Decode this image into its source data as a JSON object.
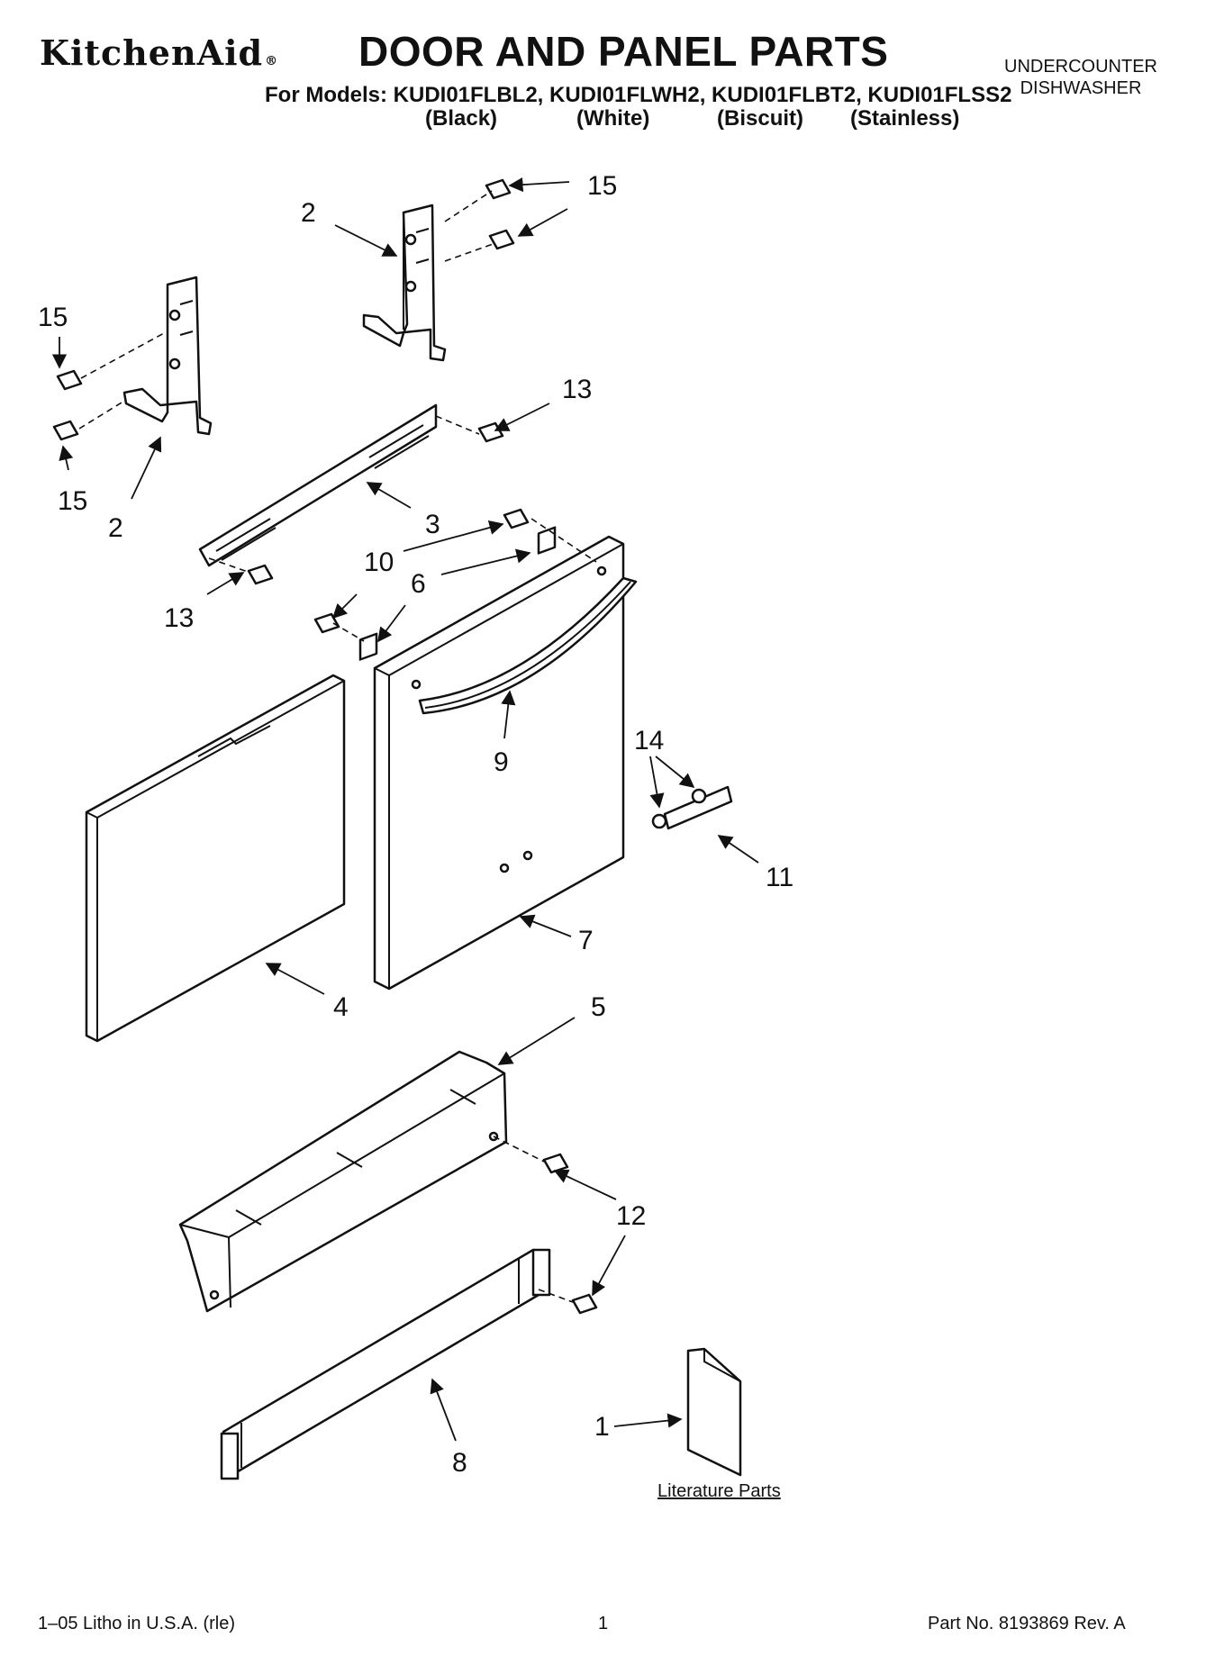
{
  "header": {
    "brand": "KitchenAid",
    "brand_mark": "®",
    "title": "DOOR AND PANEL PARTS",
    "models_line": "For Models: KUDI01FLBL2, KUDI01FLWH2, KUDI01FLBT2, KUDI01FLSS2",
    "variants": [
      "(Black)",
      "(White)",
      "(Biscuit)",
      "(Stainless)"
    ],
    "appliance_line1": "UNDERCOUNTER",
    "appliance_line2": "DISHWASHER"
  },
  "diagram": {
    "callouts": [
      "15",
      "2",
      "15",
      "15",
      "2",
      "13",
      "3",
      "10",
      "6",
      "13",
      "9",
      "14",
      "11",
      "7",
      "4",
      "5",
      "12",
      "8",
      "1"
    ],
    "literature_label": "Literature Parts"
  },
  "footer": {
    "left": "1–05 Litho in U.S.A. (rle)",
    "center": "1",
    "right": "Part No. 8193869 Rev. A"
  }
}
